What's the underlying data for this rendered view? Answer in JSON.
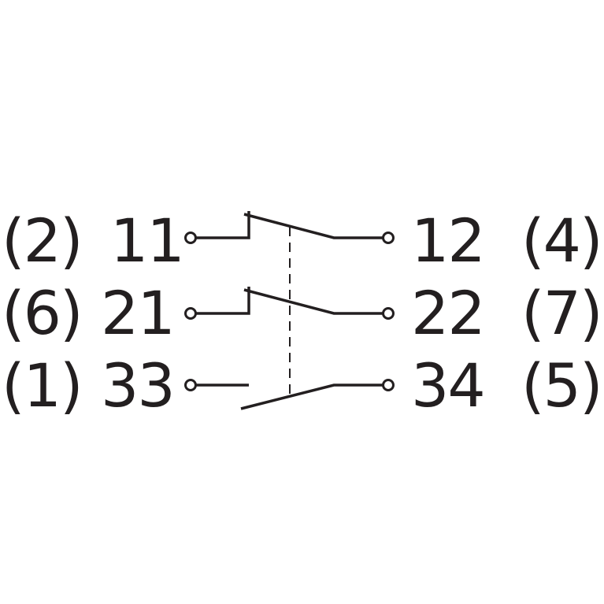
{
  "colors": {
    "ink": "#231f20",
    "background": "#ffffff"
  },
  "contacts": [
    {
      "type": "normally-closed",
      "left_alt": "(2)",
      "left_number": "11",
      "right_number": "12",
      "right_alt": "(4)"
    },
    {
      "type": "normally-closed",
      "left_alt": "(6)",
      "left_number": "21",
      "right_number": "22",
      "right_alt": "(7)"
    },
    {
      "type": "normally-open",
      "left_alt": "(1)",
      "left_number": "33",
      "right_number": "34",
      "right_alt": "(5)"
    }
  ]
}
